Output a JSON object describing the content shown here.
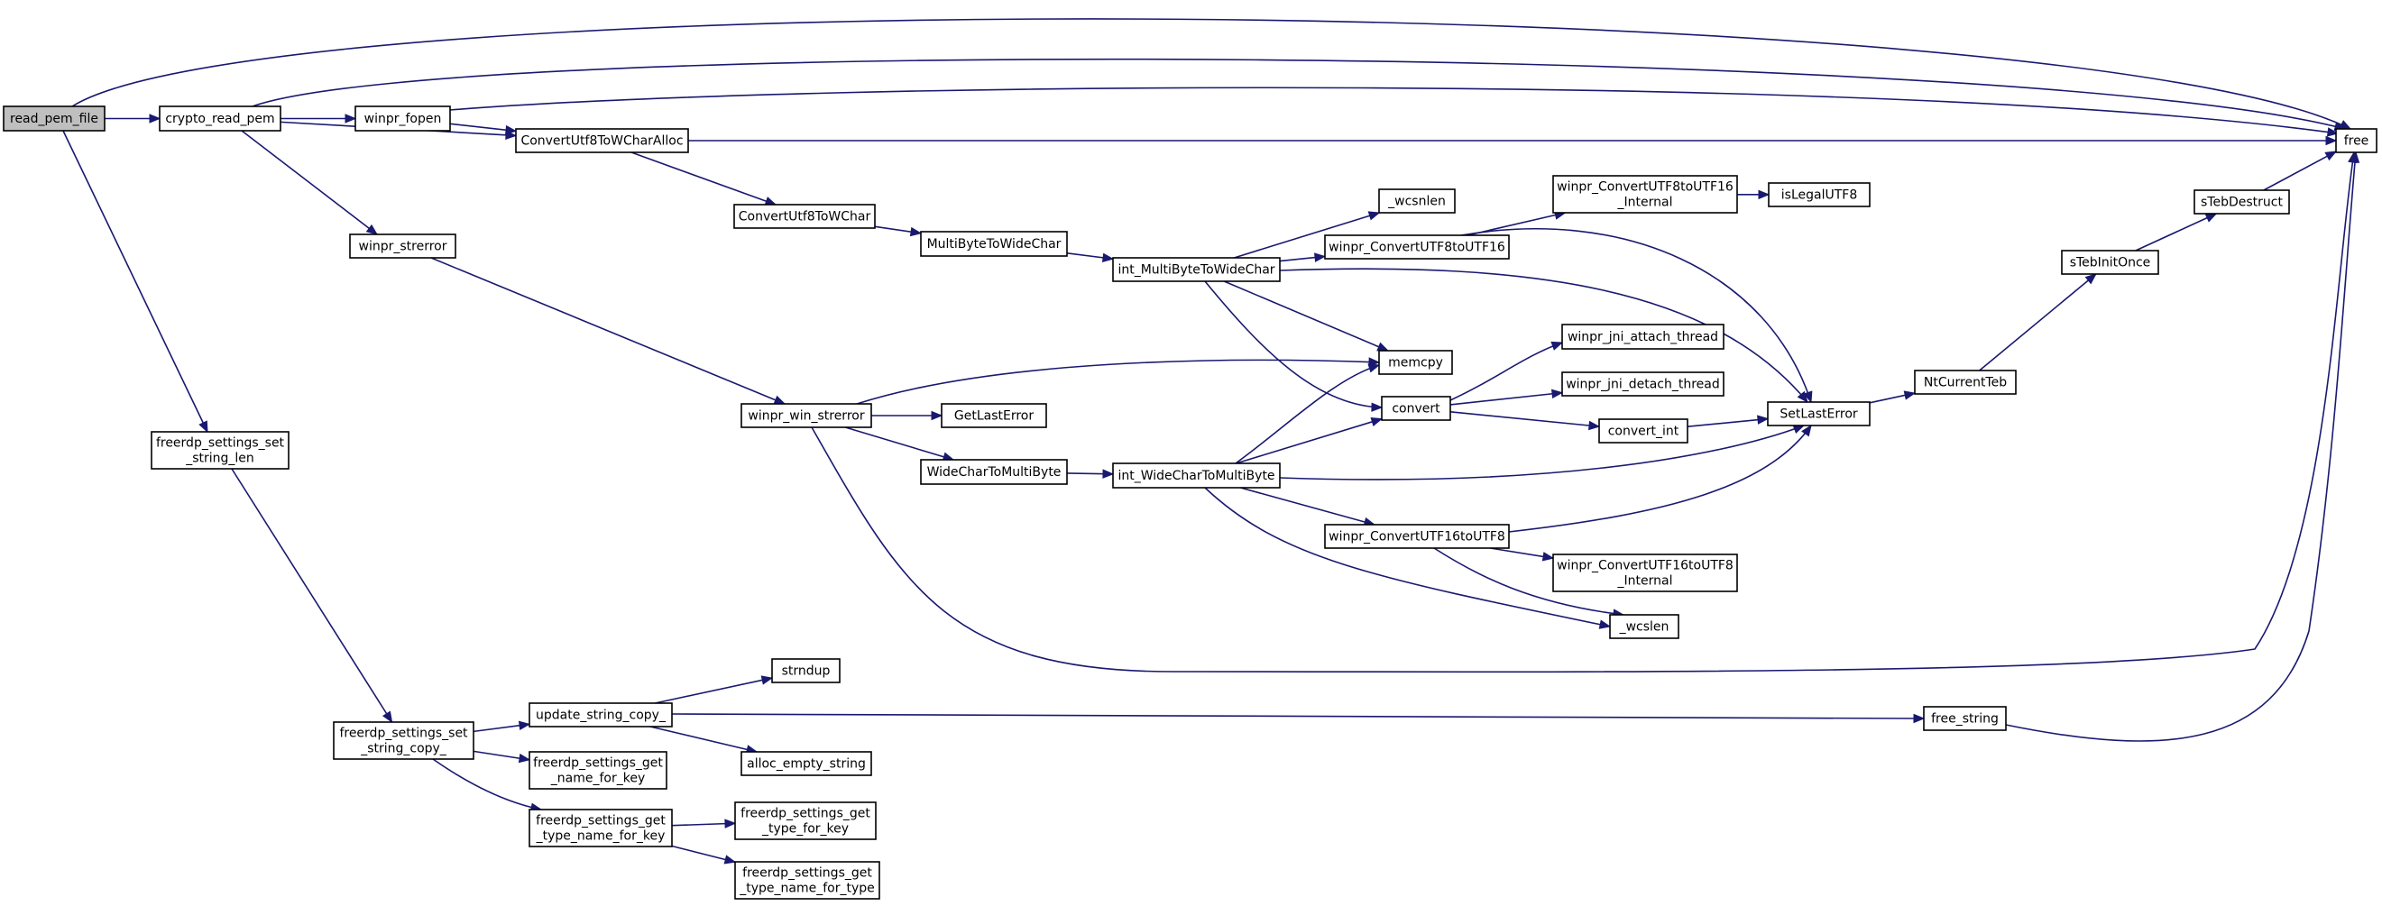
{
  "graph": {
    "title": "",
    "nodes": [
      {
        "id": "read_pem_file",
        "lines": [
          "read_pem_file"
        ],
        "root": true
      },
      {
        "id": "crypto_read_pem",
        "lines": [
          "crypto_read_pem"
        ]
      },
      {
        "id": "free",
        "lines": [
          "free"
        ]
      },
      {
        "id": "freerdp_settings_set_string_len",
        "lines": [
          "freerdp_settings_set",
          "_string_len"
        ]
      },
      {
        "id": "ConvertUtf8ToWCharAlloc",
        "lines": [
          "ConvertUtf8ToWCharAlloc"
        ]
      },
      {
        "id": "winpr_fopen",
        "lines": [
          "winpr_fopen"
        ]
      },
      {
        "id": "winpr_strerror",
        "lines": [
          "winpr_strerror"
        ]
      },
      {
        "id": "ConvertUtf8ToWChar",
        "lines": [
          "ConvertUtf8ToWChar"
        ]
      },
      {
        "id": "MultiByteToWideChar",
        "lines": [
          "MultiByteToWideChar"
        ]
      },
      {
        "id": "int_MultiByteToWideChar",
        "lines": [
          "int_MultiByteToWideChar"
        ]
      },
      {
        "id": "_wcsnlen",
        "lines": [
          "_wcsnlen"
        ]
      },
      {
        "id": "convert",
        "lines": [
          "convert"
        ]
      },
      {
        "id": "memcpy",
        "lines": [
          "memcpy"
        ]
      },
      {
        "id": "SetLastError",
        "lines": [
          "SetLastError"
        ]
      },
      {
        "id": "winpr_ConvertUTF8toUTF16",
        "lines": [
          "winpr_ConvertUTF8toUTF16"
        ]
      },
      {
        "id": "convert_int",
        "lines": [
          "convert_int"
        ]
      },
      {
        "id": "winpr_jni_attach_thread",
        "lines": [
          "winpr_jni_attach_thread"
        ]
      },
      {
        "id": "winpr_jni_detach_thread",
        "lines": [
          "winpr_jni_detach_thread"
        ]
      },
      {
        "id": "NtCurrentTeb",
        "lines": [
          "NtCurrentTeb"
        ]
      },
      {
        "id": "sTebInitOnce",
        "lines": [
          "sTebInitOnce"
        ]
      },
      {
        "id": "sTebDestruct",
        "lines": [
          "sTebDestruct"
        ]
      },
      {
        "id": "winpr_ConvertUTF8toUTF16_Internal",
        "lines": [
          "winpr_ConvertUTF8toUTF16",
          "_Internal"
        ]
      },
      {
        "id": "isLegalUTF8",
        "lines": [
          "isLegalUTF8"
        ]
      },
      {
        "id": "freerdp_settings_set_string_copy_",
        "lines": [
          "freerdp_settings_set",
          "_string_copy_"
        ]
      },
      {
        "id": "freerdp_settings_get_name_for_key",
        "lines": [
          "freerdp_settings_get",
          "_name_for_key"
        ]
      },
      {
        "id": "freerdp_settings_get_type_name_for_key",
        "lines": [
          "freerdp_settings_get",
          "_type_name_for_key"
        ]
      },
      {
        "id": "update_string_copy_",
        "lines": [
          "update_string_copy_"
        ]
      },
      {
        "id": "freerdp_settings_get_type_for_key",
        "lines": [
          "freerdp_settings_get",
          "_type_for_key"
        ]
      },
      {
        "id": "freerdp_settings_get_type_name_for_type",
        "lines": [
          "freerdp_settings_get",
          "_type_name_for_type"
        ]
      },
      {
        "id": "alloc_empty_string",
        "lines": [
          "alloc_empty_string"
        ]
      },
      {
        "id": "free_string",
        "lines": [
          "free_string"
        ]
      },
      {
        "id": "strndup",
        "lines": [
          "strndup"
        ]
      },
      {
        "id": "winpr_win_strerror",
        "lines": [
          "winpr_win_strerror"
        ]
      },
      {
        "id": "GetLastError",
        "lines": [
          "GetLastError"
        ]
      },
      {
        "id": "WideCharToMultiByte",
        "lines": [
          "WideCharToMultiByte"
        ]
      },
      {
        "id": "int_WideCharToMultiByte",
        "lines": [
          "int_WideCharToMultiByte"
        ]
      },
      {
        "id": "winpr_ConvertUTF16toUTF8",
        "lines": [
          "winpr_ConvertUTF16toUTF8"
        ]
      },
      {
        "id": "_wcslen",
        "lines": [
          "_wcslen"
        ]
      },
      {
        "id": "winpr_ConvertUTF16toUTF8_Internal",
        "lines": [
          "winpr_ConvertUTF16toUTF8",
          "_Internal"
        ]
      }
    ],
    "edges": [
      [
        "read_pem_file",
        "crypto_read_pem"
      ],
      [
        "read_pem_file",
        "free"
      ],
      [
        "read_pem_file",
        "freerdp_settings_set_string_len"
      ],
      [
        "crypto_read_pem",
        "ConvertUtf8ToWCharAlloc"
      ],
      [
        "crypto_read_pem",
        "free"
      ],
      [
        "crypto_read_pem",
        "winpr_fopen"
      ],
      [
        "crypto_read_pem",
        "winpr_strerror"
      ],
      [
        "ConvertUtf8ToWCharAlloc",
        "ConvertUtf8ToWChar"
      ],
      [
        "ConvertUtf8ToWCharAlloc",
        "free"
      ],
      [
        "ConvertUtf8ToWChar",
        "MultiByteToWideChar"
      ],
      [
        "MultiByteToWideChar",
        "int_MultiByteToWideChar"
      ],
      [
        "int_MultiByteToWideChar",
        "_wcsnlen"
      ],
      [
        "int_MultiByteToWideChar",
        "convert"
      ],
      [
        "int_MultiByteToWideChar",
        "memcpy"
      ],
      [
        "int_MultiByteToWideChar",
        "SetLastError"
      ],
      [
        "int_MultiByteToWideChar",
        "winpr_ConvertUTF8toUTF16"
      ],
      [
        "convert",
        "convert_int"
      ],
      [
        "convert",
        "winpr_jni_attach_thread"
      ],
      [
        "convert",
        "winpr_jni_detach_thread"
      ],
      [
        "convert_int",
        "SetLastError"
      ],
      [
        "SetLastError",
        "NtCurrentTeb"
      ],
      [
        "NtCurrentTeb",
        "sTebInitOnce"
      ],
      [
        "sTebInitOnce",
        "sTebDestruct"
      ],
      [
        "sTebDestruct",
        "free"
      ],
      [
        "winpr_ConvertUTF8toUTF16",
        "SetLastError"
      ],
      [
        "winpr_ConvertUTF8toUTF16",
        "winpr_ConvertUTF8toUTF16_Internal"
      ],
      [
        "winpr_ConvertUTF8toUTF16_Internal",
        "isLegalUTF8"
      ],
      [
        "winpr_fopen",
        "ConvertUtf8ToWCharAlloc"
      ],
      [
        "winpr_fopen",
        "free"
      ],
      [
        "freerdp_settings_set_string_len",
        "freerdp_settings_set_string_copy_"
      ],
      [
        "freerdp_settings_set_string_copy_",
        "freerdp_settings_get_name_for_key"
      ],
      [
        "freerdp_settings_set_string_copy_",
        "freerdp_settings_get_type_name_for_key"
      ],
      [
        "freerdp_settings_set_string_copy_",
        "update_string_copy_"
      ],
      [
        "freerdp_settings_get_type_name_for_key",
        "freerdp_settings_get_type_for_key"
      ],
      [
        "freerdp_settings_get_type_name_for_key",
        "freerdp_settings_get_type_name_for_type"
      ],
      [
        "update_string_copy_",
        "alloc_empty_string"
      ],
      [
        "update_string_copy_",
        "free_string"
      ],
      [
        "update_string_copy_",
        "strndup"
      ],
      [
        "free_string",
        "free"
      ],
      [
        "winpr_strerror",
        "winpr_win_strerror"
      ],
      [
        "winpr_win_strerror",
        "free"
      ],
      [
        "winpr_win_strerror",
        "GetLastError"
      ],
      [
        "winpr_win_strerror",
        "memcpy"
      ],
      [
        "winpr_win_strerror",
        "WideCharToMultiByte"
      ],
      [
        "WideCharToMultiByte",
        "int_WideCharToMultiByte"
      ],
      [
        "int_WideCharToMultiByte",
        "_wcslen"
      ],
      [
        "int_WideCharToMultiByte",
        "convert"
      ],
      [
        "int_WideCharToMultiByte",
        "memcpy"
      ],
      [
        "int_WideCharToMultiByte",
        "SetLastError"
      ],
      [
        "int_WideCharToMultiByte",
        "winpr_ConvertUTF16toUTF8"
      ],
      [
        "winpr_ConvertUTF16toUTF8",
        "_wcslen"
      ],
      [
        "winpr_ConvertUTF16toUTF8",
        "SetLastError"
      ],
      [
        "winpr_ConvertUTF16toUTF8",
        "winpr_ConvertUTF16toUTF8_Internal"
      ]
    ]
  }
}
